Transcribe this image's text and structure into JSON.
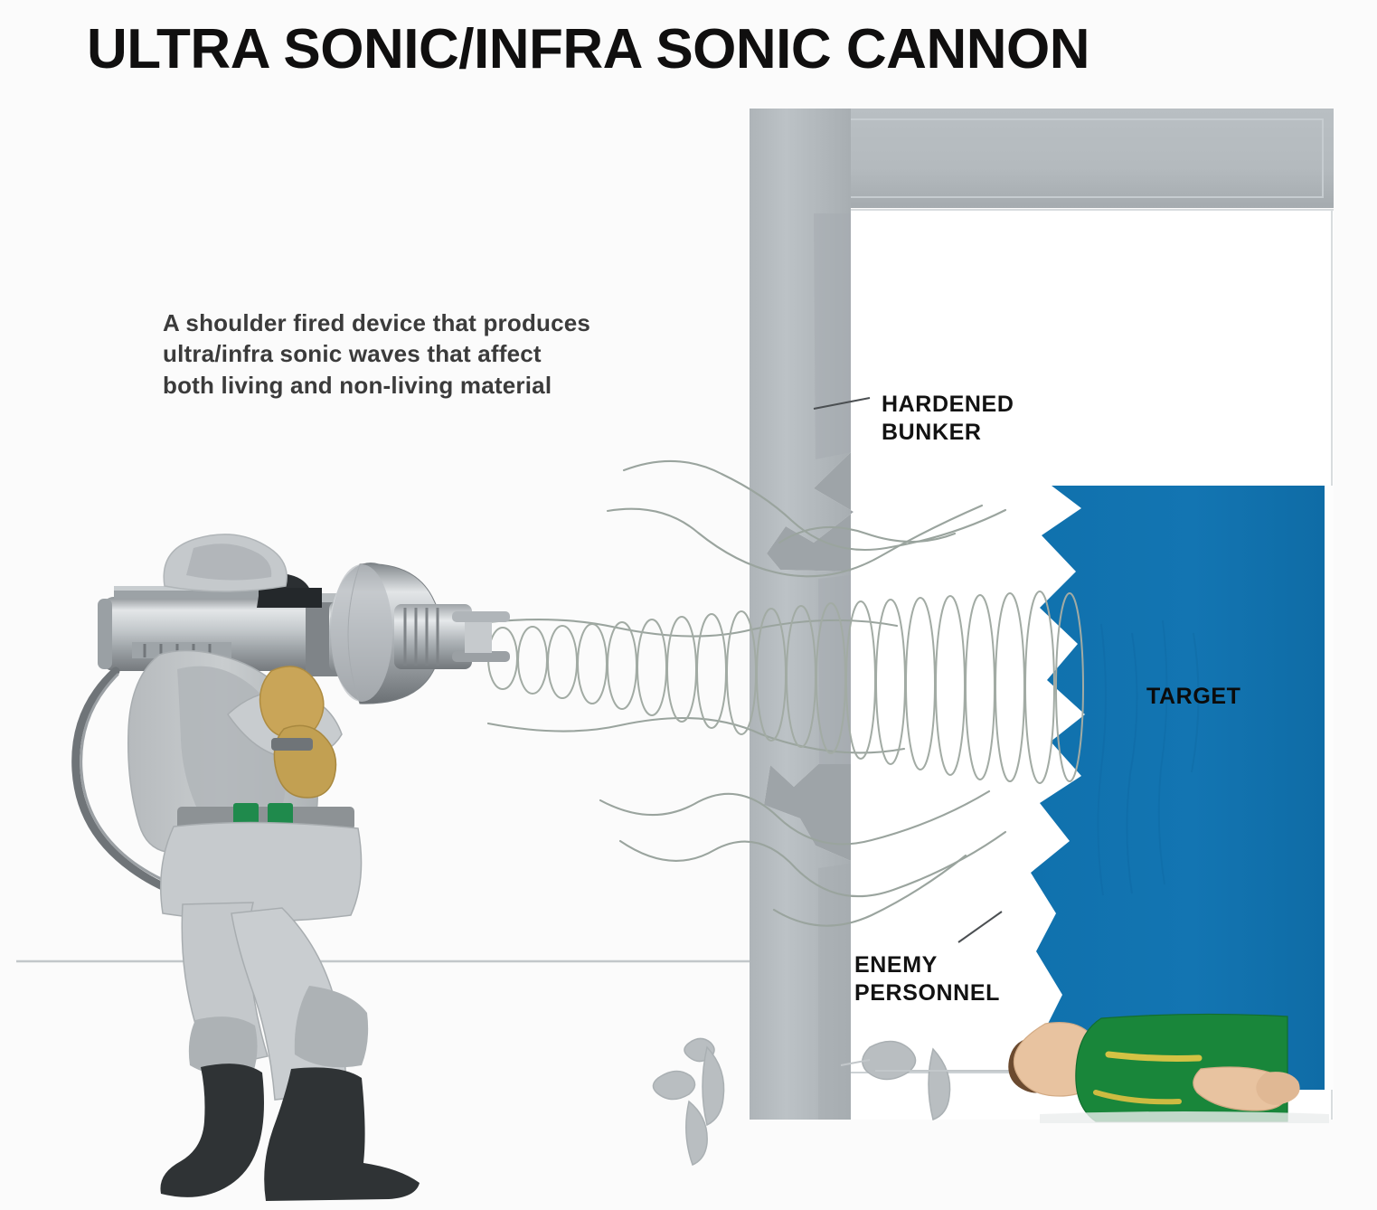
{
  "title": "ULTRA SONIC/INFRA SONIC CANNON",
  "description": "A shoulder fired device that produces\nultra/infra sonic waves that affect\nboth living and non-living material",
  "labels": {
    "hardened_bunker": "HARDENED\nBUNKER",
    "enemy_personnel": "ENEMY\nPERSONNEL",
    "target": "TARGET"
  },
  "colors": {
    "background": "#fbfbfb",
    "title_text": "#100f0f",
    "description_text": "#3b3b3b",
    "label_text": "#121212",
    "bunker_gray": "#b6bcc0",
    "bunker_gray_dark": "#9aa1a6",
    "bunker_interior": "#ffffff",
    "target_blue": "#1273af",
    "wave_line": "#9aa49e",
    "uniform_gray": "#c2c6c8",
    "uniform_gray_dark": "#a8adb0",
    "metal_light": "#d8dbdd",
    "metal_mid": "#a9aeb2",
    "metal_dark": "#6d7276",
    "boot_dark": "#2f3335",
    "glove_tan": "#c9a558",
    "belt_green": "#1f8a4c",
    "enemy_uniform_green": "#19863a",
    "skin": "#e8c3a0",
    "hair_brown": "#6b4a2f",
    "debris_gray": "#b9bec1",
    "ground_line": "#b9bec1"
  },
  "scene": {
    "soldier": "friendly-soldier-firing-shoulder-cannon",
    "weapon": "ultra-infra-sonic-cannon",
    "beam": "helical-sonic-wave-beam",
    "wall": "broken-bunker-wall",
    "target_block": "blue-target-block-being-eroded",
    "casualty": "enemy-personnel-lying-down",
    "debris": "rubble-fragments"
  }
}
